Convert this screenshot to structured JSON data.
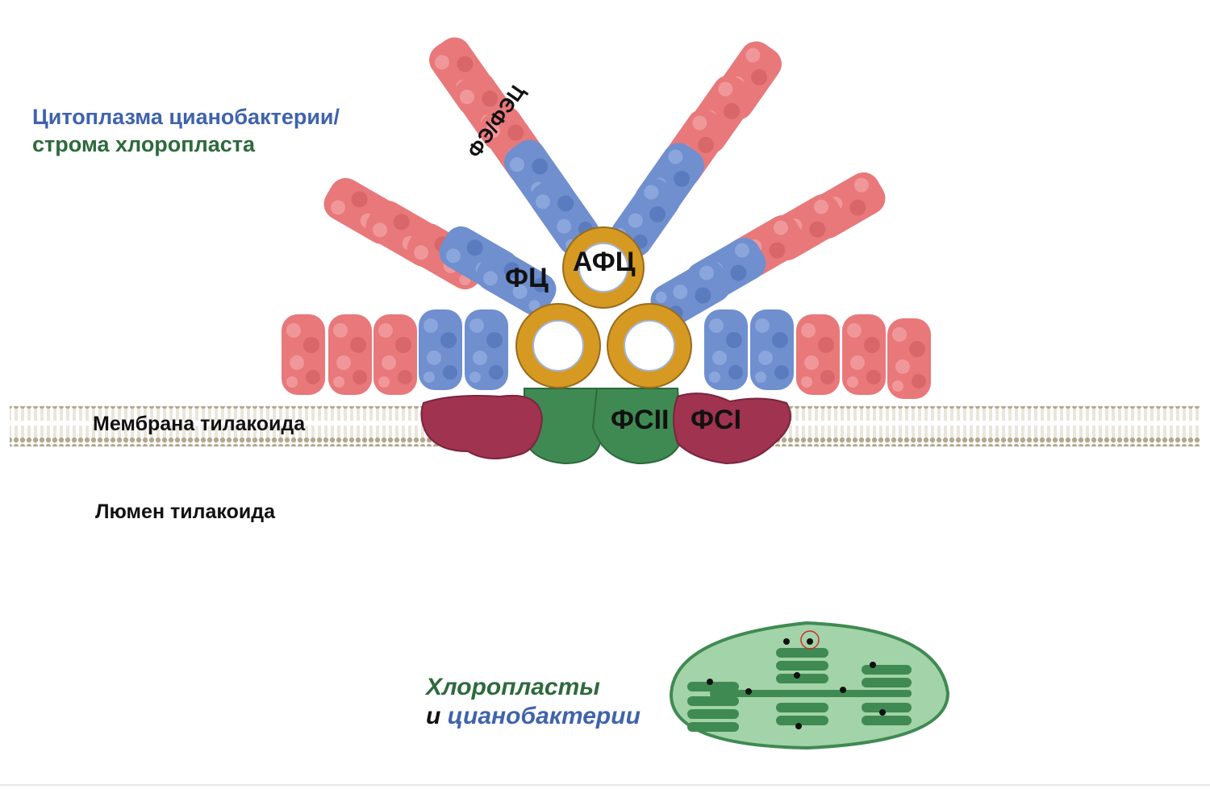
{
  "labels": {
    "cytoplasm": "Цитоплазма цианобактерии/",
    "stroma": "строма хлоропласта",
    "membrane": "Мембрана тилакоида",
    "lumen": "Люмен тилакоида",
    "chloroplasts": "Хлоропласты",
    "and": "и",
    "cyanobacteria": "цианобактерии",
    "pe_pec": "ФЭ/ФЭЦ",
    "pc": "ФЦ",
    "apc": "АФЦ",
    "psii": "ФСII",
    "psi": "ФСI"
  },
  "colors": {
    "phycoerythrin": "#e8787a",
    "phycocyanin": "#6f8fcf",
    "allophycocyanin": "#d69a22",
    "psii": "#3f8a52",
    "psi": "#a03350",
    "membrane_heads": "#b3a88e",
    "chloroplast_fill": "#a3d3a8",
    "thylakoid": "#3f8a52",
    "blue_text": "#3f63ad",
    "green_text": "#2e6a3c"
  }
}
